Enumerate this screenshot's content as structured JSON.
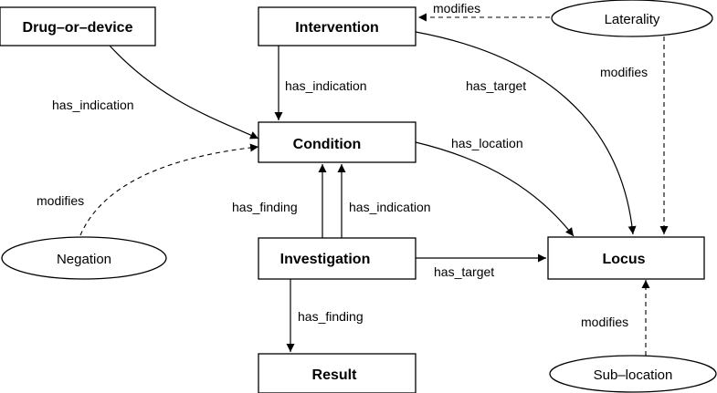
{
  "nodes": {
    "drug_or_device": "Drug–or–device",
    "intervention": "Intervention",
    "condition": "Condition",
    "investigation": "Investigation",
    "result": "Result",
    "locus": "Locus",
    "laterality": "Laterality",
    "negation": "Negation",
    "sub_location": "Sub–location"
  },
  "edges": {
    "laterality_to_intervention": "modifies",
    "laterality_to_locus": "modifies",
    "drug_to_condition": "has_indication",
    "intervention_to_condition": "has_indication",
    "intervention_to_locus": "has_target",
    "condition_to_locus": "has_location",
    "negation_to_condition": "modifies",
    "investigation_finding_condition": "has_finding",
    "investigation_indication_condition": "has_indication",
    "investigation_to_locus": "has_target",
    "investigation_to_result": "has_finding",
    "sub_location_to_locus": "modifies"
  }
}
